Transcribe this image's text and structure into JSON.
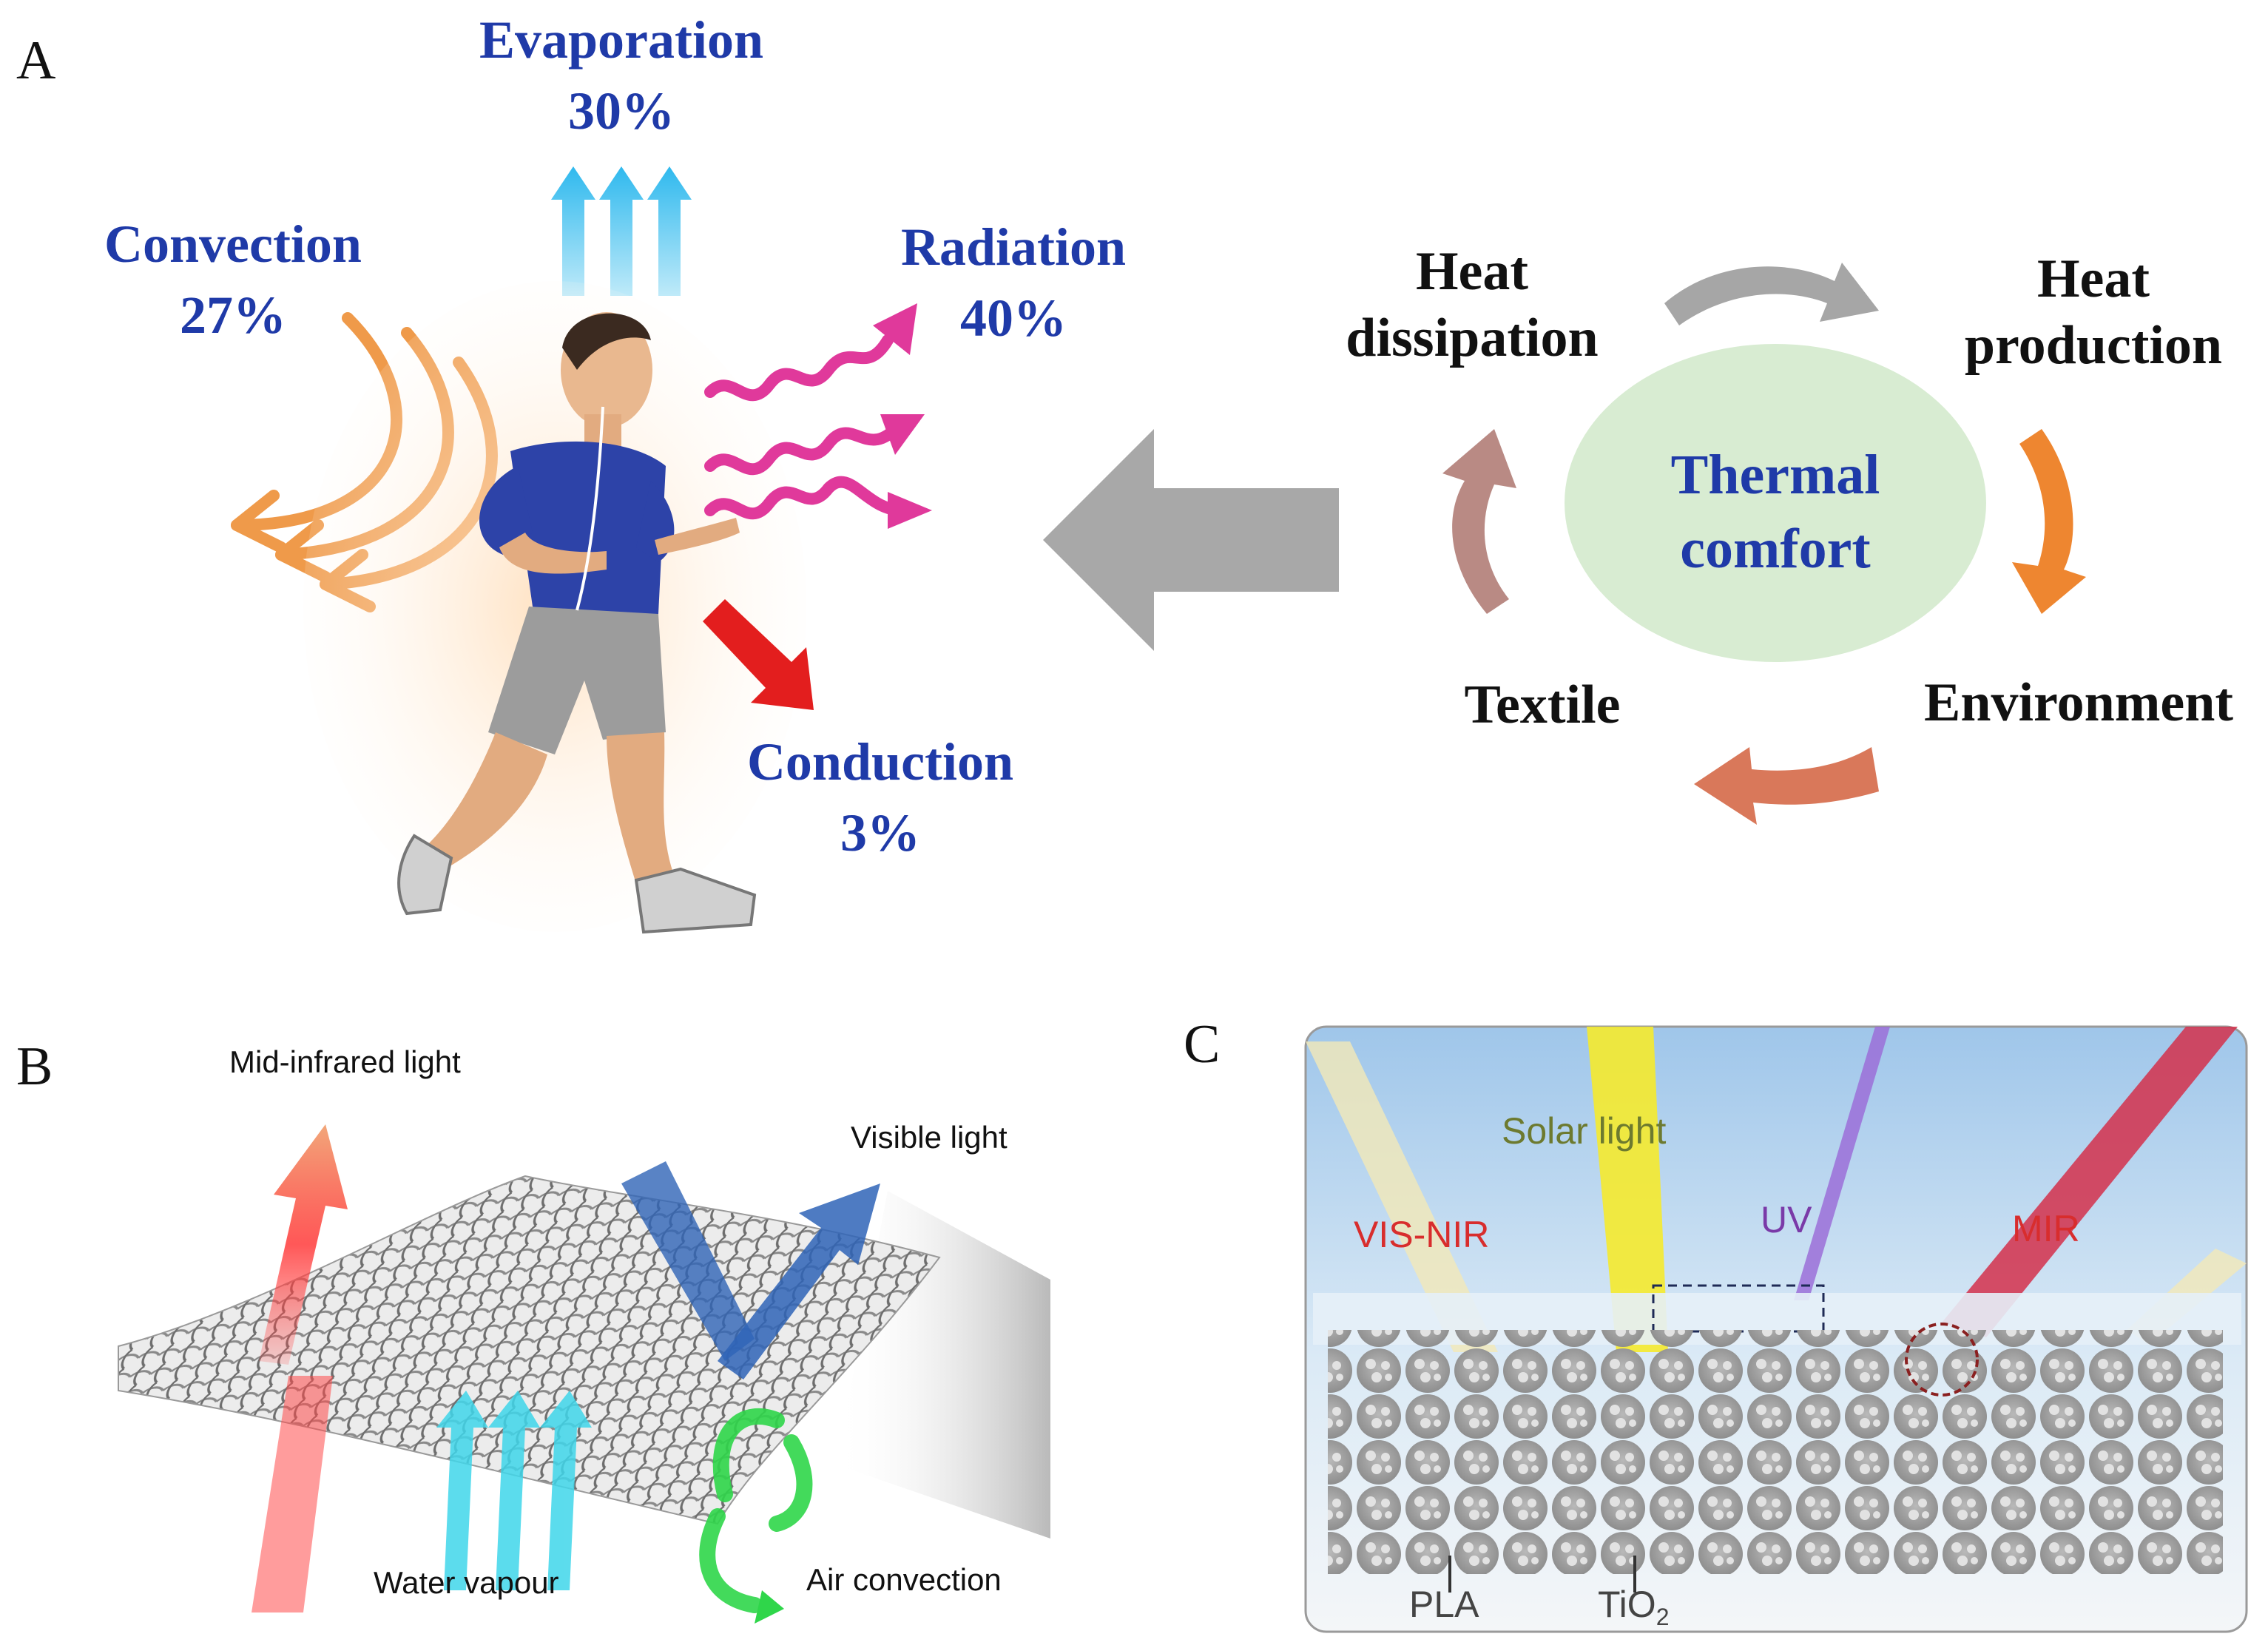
{
  "panel_a": {
    "letter": "A",
    "evaporation": {
      "title": "Evaporation",
      "value": "30%"
    },
    "convection": {
      "title": "Convection",
      "value": "27%"
    },
    "radiation": {
      "title": "Radiation",
      "value": "40%"
    },
    "conduction": {
      "title": "Conduction",
      "value": "3%"
    },
    "cycle": {
      "center_line1": "Thermal",
      "center_line2": "comfort",
      "heat_dissipation_line1": "Heat",
      "heat_dissipation_line2": "dissipation",
      "heat_production_line1": "Heat",
      "heat_production_line2": "production",
      "environment": "Environment",
      "textile": "Textile"
    }
  },
  "panel_b": {
    "letter": "B",
    "mid_infrared": "Mid-infrared light",
    "visible": "Visible light",
    "water_vapour": "Water vapour",
    "air_convection": "Air convection"
  },
  "panel_c": {
    "letter": "C",
    "solar_light": "Solar light",
    "vis_nir": "VIS-NIR",
    "uv": "UV",
    "mir": "MIR",
    "pla": "PLA",
    "tio2_base": "TiO",
    "tio2_sub": "2"
  },
  "colors": {
    "label_blue": "#1f3aa8",
    "convection_orange": "#ef9a4a",
    "radiation_magenta": "#e0399b",
    "conduction_red": "#e31e1e",
    "evaporation_cyan": "#3fc6f0",
    "big_arrow_gray": "#a8a8a8",
    "ellipse_green": "#d8ecd2"
  }
}
